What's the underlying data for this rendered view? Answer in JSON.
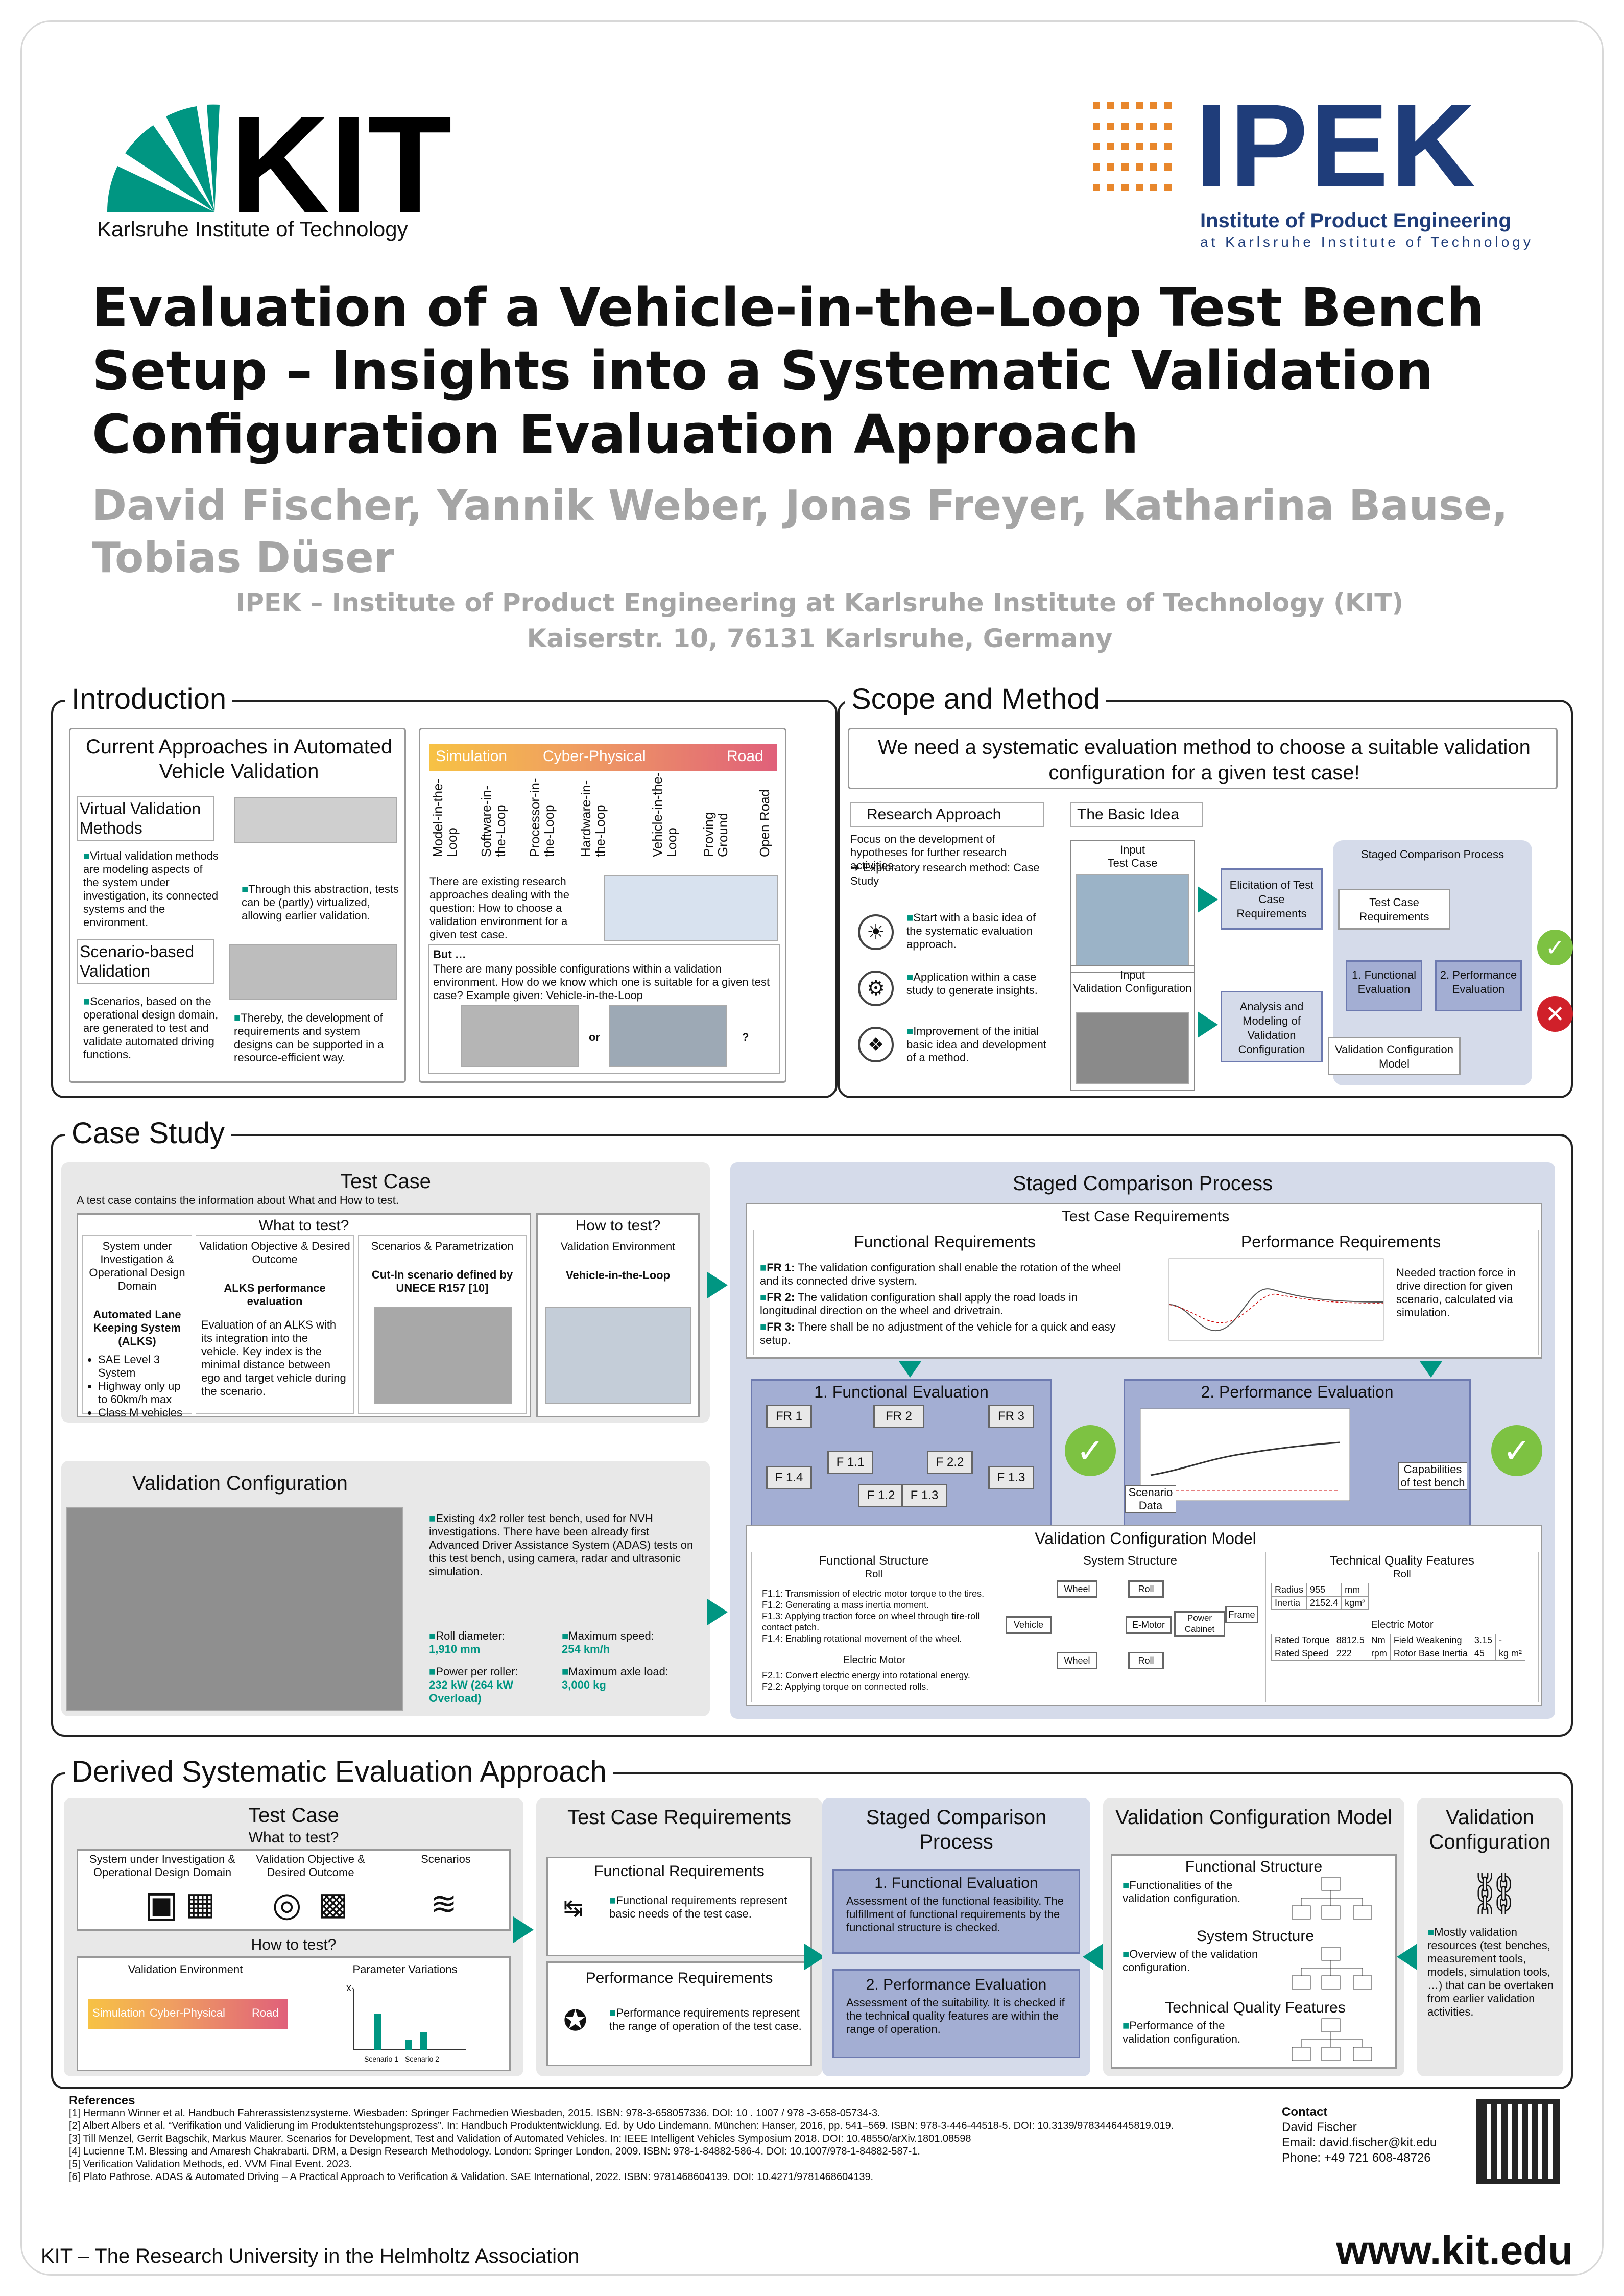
{
  "header": {
    "kit_logo": "KIT",
    "kit_sub": "Karlsruhe Institute of Technology",
    "ipek_logo": "IPEK",
    "ipek_sub1": "Institute of Product Engineering",
    "ipek_sub2": "at Karlsruhe Institute of Technology"
  },
  "title": "Evaluation of a Vehicle-in-the-Loop Test Bench Setup – Insights into a Systematic Validation Configuration Evaluation Approach",
  "authors": "David Fischer, Yannik Weber, Jonas Freyer, Katharina Bause, Tobias Düser",
  "affil1": "IPEK – Institute of Product Engineering at Karlsruhe Institute of Technology (KIT)",
  "affil2": "Kaiserstr. 10, 76131 Karlsruhe, Germany",
  "intro": {
    "head": "Introduction",
    "box_title": "Current Approaches in Automated Vehicle Validation",
    "virtual_title": "Virtual Validation Methods",
    "virtual_text1": "Virtual validation methods are modeling aspects of the system under investigation, its connected systems and the environment.",
    "virtual_text2": "Through this abstraction, tests can be (partly) virtualized, allowing earlier validation.",
    "scen_title": "Scenario-based Validation",
    "scen_text1": "Scenarios, based on the operational design domain, are generated to test and validate automated driving functions.",
    "scen_text2": "Thereby, the development of requirements and system designs can be supported in a resource-efficient way.",
    "bar_sim": "Simulation",
    "bar_cp": "Cyber-Physical",
    "bar_road": "Road",
    "envs": [
      "Model-in-the-Loop",
      "Software-in-the-Loop",
      "Processor-in-the-Loop",
      "Hardware-in-the-Loop",
      "Vehicle-in-the-Loop",
      "Proving Ground",
      "Open Road"
    ],
    "existing": "There are existing research approaches dealing with the question: How to choose a validation environment for a given test case.",
    "but": "But …",
    "many": "There are many possible configurations within a validation environment. How do we know which one is suitable for a given test case? Example given: Vehicle-in-the-Loop",
    "or": "or",
    "q": "?"
  },
  "scope": {
    "head": "Scope and Method",
    "need": "We need a systematic evaluation method to choose a suitable validation configuration for a given test case!",
    "ra_title": "Research Approach",
    "ra_text": "Focus on the development of hypotheses for further research activities.",
    "ra_text2": "➔ Exploratory research method: Case Study",
    "ra_s1": "Start with a basic idea of the systematic evaluation approach.",
    "ra_s2": "Application within a case study to generate insights.",
    "ra_s3": "Improvement of the initial basic idea and development of a method.",
    "bi_title": "The Basic Idea",
    "input_tc": "Input",
    "input_tc2": "Test Case",
    "input_vc": "Input",
    "input_vc2": "Validation Configuration",
    "elicit": "Elicitation of Test Case Requirements",
    "analysis": "Analysis and Modeling of Validation Configuration",
    "staged": "Staged Comparison Process",
    "tcr": "Test Case Requirements",
    "fe": "1. Functional Evaluation",
    "pe": "2. Performance Evaluation",
    "vcm": "Validation Configuration Model"
  },
  "case": {
    "head": "Case Study",
    "tc_title": "Test Case",
    "tc_intro": "A test case contains the information about What and How to test.",
    "what": "What to test?",
    "how": "How to test?",
    "cols": [
      {
        "h": "System under Investigation & Operational Design Domain",
        "b": "Automated Lane Keeping System (ALKS)",
        "items": [
          "SAE Level 3 System",
          "Highway only up to 60km/h max",
          "Class M vehicles"
        ]
      },
      {
        "h": "Validation Objective & Desired Outcome",
        "b": "ALKS performance evaluation",
        "t": "Evaluation of an ALKS with its integration into the vehicle. Key index is the minimal distance between ego and target vehicle during the scenario."
      },
      {
        "h": "Scenarios & Parametrization",
        "b": "Cut-In scenario defined by UNECE R157 [10]"
      },
      {
        "h": "Validation Environment",
        "b": "Vehicle-in-the-Loop"
      }
    ],
    "vc_title": "Validation Configuration",
    "vc_text": "Existing 4x2 roller test bench, used for NVH investigations. There have been already first Advanced Driver Assistance System (ADAS) tests on this test bench, using camera, radar and ultrasonic simulation.",
    "specs": [
      [
        "Roll diameter:",
        "1,910 mm"
      ],
      [
        "Maximum speed:",
        "254 km/h"
      ],
      [
        "Power per roller:",
        "232 kW (264 kW Overload)"
      ],
      [
        "Maximum axle load:",
        "3,000 kg"
      ]
    ],
    "scp_title": "Staged Comparison Process",
    "tcr": "Test Case Requirements",
    "fr_title": "Functional Requirements",
    "fr": [
      [
        "FR 1:",
        "The validation configuration shall enable the rotation of the wheel and its connected drive system."
      ],
      [
        "FR 2:",
        "The validation configuration shall apply the road loads in longitudinal direction on the wheel and drivetrain."
      ],
      [
        "FR 3:",
        "There shall be no adjustment of the vehicle for a quick and easy setup."
      ]
    ],
    "pr_title": "Performance Requirements",
    "pr_text": "Needed traction force in drive direction for given scenario, calculated via simulation.",
    "fe_title": "1. Functional Evaluation",
    "pe_title": "2. Performance Evaluation",
    "nodes": [
      "FR 1",
      "FR 2",
      "FR 3",
      "F 1.4",
      "F 1.1",
      "F 2.2",
      "F 1.2",
      "F 1.3",
      "F 1.3"
    ],
    "scen_data": "Scenario Data",
    "capab": "Capabilities of test bench",
    "vcm_title": "Validation Configuration Model",
    "fs": "Functional Structure",
    "ss": "System Structure",
    "tqf": "Technical Quality Features",
    "roll": "Roll",
    "emotor": "Electric Motor",
    "f_roll": [
      "F1.1: Transmission of electric motor torque to the tires.",
      "F1.2: Generating a mass inertia moment.",
      "F1.3: Applying traction force on wheel through tire-roll contact patch.",
      "F1.4: Enabling rotational movement of the wheel."
    ],
    "f_em": [
      "F2.1: Convert electric energy into rotational energy.",
      "F2.2: Applying torque on connected rolls."
    ],
    "ss_nodes": [
      "Wheel",
      "Roll",
      "Vehicle",
      "E-Motor",
      "Power Cabinet",
      "Frame",
      "Wheel",
      "Roll"
    ],
    "tq_roll": [
      [
        "Radius",
        "955",
        "mm"
      ],
      [
        "Inertia",
        "2152.4",
        "kgm²"
      ]
    ],
    "tq_em": [
      [
        "Rated Torque",
        "8812.5",
        "Nm",
        "Field Weakening",
        "3.15",
        "-"
      ],
      [
        "Rated Speed",
        "222",
        "rpm",
        "Rotor Base Inertia",
        "45",
        "kg m²"
      ]
    ]
  },
  "derived": {
    "head": "Derived Systematic Evaluation Approach",
    "tc": "Test Case",
    "what": "What to test?",
    "c1": "System under Investigation & Operational Design Domain",
    "c2": "Validation Objective & Desired Outcome",
    "c3": "Scenarios",
    "how": "How to test?",
    "ve": "Validation Environment",
    "pv": "Parameter Variations",
    "sim": "Simulation",
    "cp": "Cyber-Physical",
    "road": "Road",
    "s1": "Scenario 1",
    "s2": "Scenario 2",
    "x1": "x₁",
    "tcr": "Test Case Requirements",
    "fr": "Functional Requirements",
    "fr_t": "Functional requirements represent basic needs of the test case.",
    "pr": "Performance Requirements",
    "pr_t": "Performance requirements represent the range of operation of the test case.",
    "scp": "Staged Comparison Process",
    "fe": "1. Functional Evaluation",
    "fe_t": "Assessment of the functional feasibility. The fulfillment of functional requirements by the functional structure is checked.",
    "pe": "2. Performance Evaluation",
    "pe_t": "Assessment of the suitability. It is checked if the technical quality features are within the range of operation.",
    "vcm": "Validation Configuration Model",
    "fs": "Functional Structure",
    "fs_t": "Functionalities of the validation configuration.",
    "ss": "System Structure",
    "ss_t": "Overview of the validation configuration.",
    "tqf": "Technical Quality Features",
    "tq_t": "Performance of the validation configuration.",
    "vc": "Validation Configuration",
    "vc_t": "Mostly validation resources (test benches, measurement tools, models, simulation tools, …) that can be overtaken from earlier validation activities."
  },
  "references": {
    "head": "References",
    "items": [
      "[1] Hermann Winner et al. Handbuch Fahrerassistenzsysteme. Wiesbaden: Springer Fachmedien Wiesbaden, 2015. ISBN: 978-3-658057336. DOI: 10 . 1007 / 978 -3-658-05734-3.",
      "[2] Albert Albers et al. “Verifikation und Validierung im Produktentstehungsprozess”. In: Handbuch Produktentwicklung. Ed. by Udo Lindemann. München: Hanser, 2016, pp. 541–569. ISBN: 978-3-446-44518-5. DOI: 10.3139/9783446445819.019.",
      "[3] Till Menzel, Gerrit Bagschik, Markus Maurer. Scenarios for Development, Test and Validation of Automated Vehicles. In: IEEE Intelligent Vehicles Symposium 2018. DOI: 10.48550/arXiv.1801.08598",
      "[4] Lucienne T.M. Blessing and Amaresh Chakrabarti. DRM, a Design Research Methodology. London: Springer London, 2009. ISBN: 978-1-84882-586-4. DOI: 10.1007/978-1-84882-587-1.",
      "[5] Verification Validation Methods, ed. VVM Final Event. 2023.",
      "[6] Plato Pathrose. ADAS & Automated Driving – A Practical Approach to Verification & Validation. SAE International, 2022. ISBN: 9781468604139. DOI: 10.4271/9781468604139."
    ]
  },
  "contact": {
    "head": "Contact",
    "name": "David Fischer",
    "email_l": "Email:",
    "email": "david.fischer@kit.edu",
    "phone_l": "Phone:",
    "phone": "+49 721 608-48726"
  },
  "footer": {
    "left": "KIT – The Research University in the Helmholtz Association",
    "right": "www.kit.edu"
  }
}
